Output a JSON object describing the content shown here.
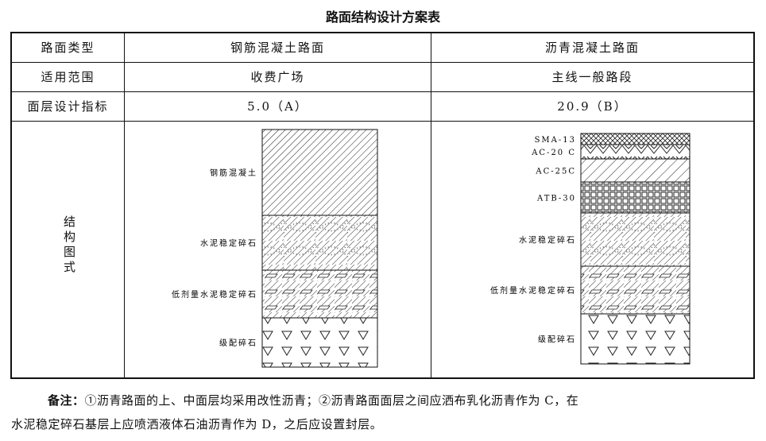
{
  "title": "路面结构设计方案表",
  "headers": [
    "路面类型",
    "钢筋混凝土路面",
    "沥青混凝土路面"
  ],
  "rows": [
    [
      "适用范围",
      "收费广场",
      "主线一般路段"
    ],
    [
      "面层设计指标",
      "5.0（A）",
      "20.9（B）"
    ]
  ],
  "diagram_row_label": "结构图式",
  "left_layers": [
    "钢筋混凝土",
    "水泥稳定碎石",
    "低剂量水泥稳定碎石",
    "级配碎石"
  ],
  "right_layers": [
    "SMA-13",
    "AC-20 C",
    "AC-25C",
    "ATB-30",
    "水泥稳定碎石",
    "低剂量水泥稳定碎石",
    "级配碎石"
  ],
  "note_label": "备注：",
  "note_line1": "①沥青路面的上、中面层均采用改性沥青；②沥青路面面层之间应洒布乳化沥青作为 C，在",
  "note_line2": "水泥稳定碎石基层上应喷洒液体石油沥青作为 D，之后应设置封层。"
}
